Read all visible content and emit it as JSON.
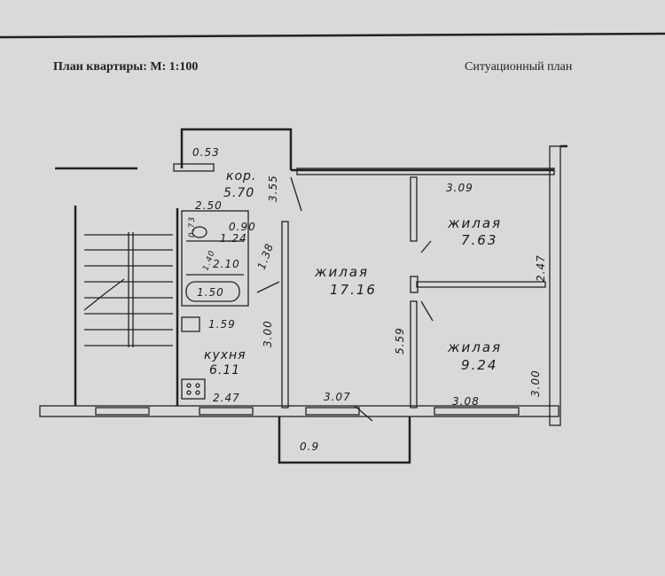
{
  "header": {
    "plan_title": "План квартиры: М: 1:100",
    "situation_title": "Ситуационный план"
  },
  "rooms": {
    "corridor": {
      "name": "кор.",
      "area": "5.70"
    },
    "kitchen": {
      "name": "кухня",
      "area": "6.11"
    },
    "living_large": {
      "name": "жилая",
      "area": "17.16"
    },
    "living_top_right": {
      "name": "жилая",
      "area": "7.63"
    },
    "living_bottom_right": {
      "name": "жилая",
      "area": "9.24"
    }
  },
  "dimensions": {
    "closet": "0.53",
    "corridor_width": "2.50",
    "corridor_length": "3.55",
    "wc_small": "0.73",
    "wc_width": "0.90",
    "wc_area": "1.24",
    "bath_side": "1.40",
    "bath_area": "2.10",
    "bath_length": "1.38",
    "bathtub": "1.50",
    "kitchen_width_top": "1.59",
    "kitchen_length": "3.00",
    "kitchen_width": "2.47",
    "large_room_width": "3.07",
    "large_room_length": "5.59",
    "balcony": "0.9",
    "top_right_width": "3.09",
    "top_right_length": "2.47",
    "bottom_right_width": "3.08",
    "bottom_right_length": "3.00"
  }
}
